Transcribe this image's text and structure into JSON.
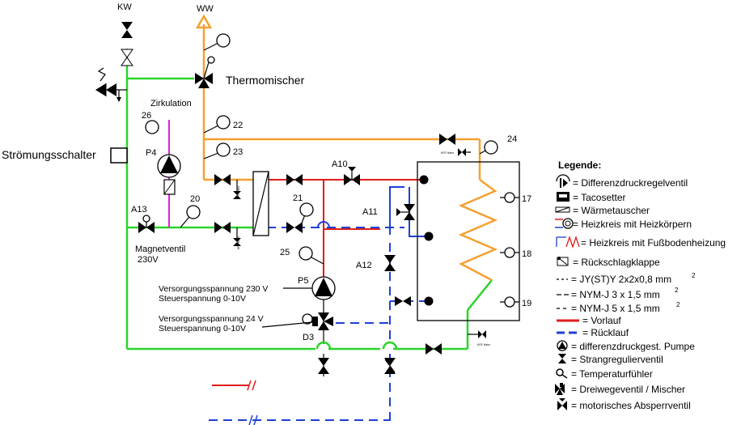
{
  "labels": {
    "kw": "KW",
    "ww": "WW",
    "thermomischer": "Thermomischer",
    "zirkulation": "Zirkulation",
    "stroemungsschalter": "Strömungsschalter",
    "p4": "P4",
    "a13": "A13",
    "magnetventil": "Magnetventil",
    "v230": "230V",
    "a10": "A10",
    "a11": "A11",
    "a12": "A12",
    "p5": "P5",
    "d3": "D3",
    "n17": "17",
    "n18": "18",
    "n19": "19",
    "n20": "20",
    "n21": "21",
    "n22": "22",
    "n23": "23",
    "n24": "24",
    "n25": "25",
    "n26": "26",
    "vs230": "Versorgungsspannung 230 V",
    "steuer1": "Steuerspannung 0-10V",
    "vs24": "Versorgungsspannung 24 V",
    "steuer2": "Steuerspannung 0-10V",
    "kfe": "KFE Hahn"
  },
  "legend": {
    "title": "Legende:",
    "items": [
      "= Differenzdruckregelventil",
      "= Tacosetter",
      "= Wärmetauscher",
      "= Heizkreis mit Heizkörpern",
      "= Heizkreis mit Fußbodenheizung",
      "= Rückschlagklappe",
      "= JY(ST)Y 2x2x0,8 mm",
      "= NYM-J 3 x 1,5 mm",
      "= NYM-J 5 x 1,5 mm",
      "= Vorlauf",
      "= Rücklauf",
      "= differenzdruckgest. Pumpe",
      "= Strangregulierventil",
      "= Temperaturfühler",
      "= Dreiwegeventil  / Mischer",
      "= motorisches Absperrventil"
    ],
    "superscript": "2"
  },
  "colors": {
    "kaltwasser": "#2bd42b",
    "warmwasser": "#f5a030",
    "vorlauf": "#e01c1c",
    "ruecklauf": "#1f3fd6",
    "zirkulation": "#e020e0"
  }
}
